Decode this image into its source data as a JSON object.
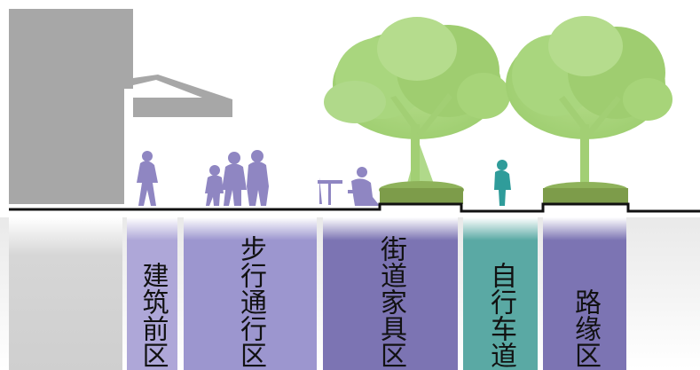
{
  "zones": [
    {
      "label": "建筑前区",
      "color": "#aea7d8"
    },
    {
      "label": "步行通行区",
      "color": "#9c96cf"
    },
    {
      "label": "街道家具区",
      "color": "#7c74b3"
    },
    {
      "label": "自行车道",
      "color": "#5aa9a4"
    },
    {
      "label": "路缘区",
      "color": "#7c74b3"
    }
  ],
  "colors": {
    "building": "#a5a5a5",
    "people": "#8f86c2",
    "cyclist": "#2f9c9a",
    "tree": "#a9d67e",
    "ground_line": "#111111",
    "curb_plinth": "#cfcfcf"
  }
}
